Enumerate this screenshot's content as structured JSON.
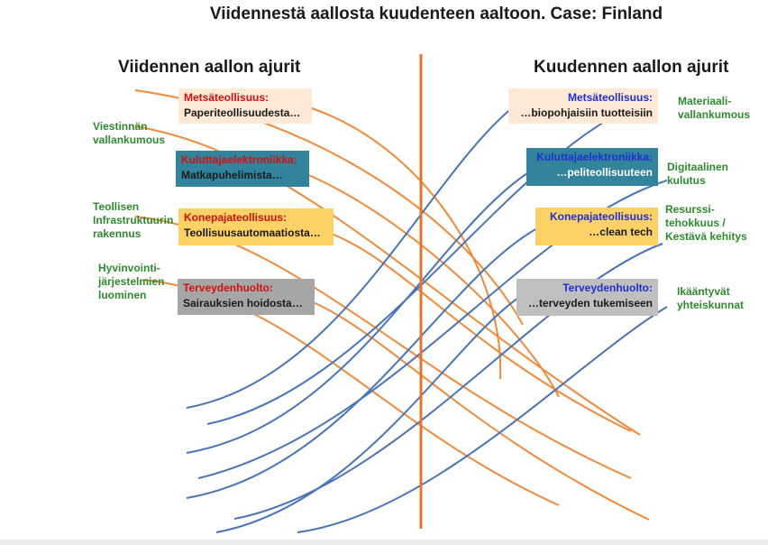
{
  "title": "Viidennestä aallosta kuudenteen aaltoon. Case: Finland",
  "left_header": "Viidennen aallon ajurit",
  "right_header": "Kuudennen aallon ajurit",
  "colors": {
    "fifth_wave_curve": "#f08a3c",
    "sixth_wave_curve": "#4a74b8",
    "center_line": "#e8742a",
    "driver_text": "#2e8b2e"
  },
  "left_drivers": [
    "Viestinnän\nvallankumous",
    "Teollisen\nInfrastruktuurin\nrakennus",
    "Hyvinvointi-\njärjestelmien\nluominen"
  ],
  "right_drivers": [
    "Materiaali-\nvallankumous",
    "Digitaalinen\nkulutus",
    "Resurssi-\ntehokkuus /\nKestävä kehitys",
    "Ikääntyvät\nyhteiskunnat"
  ],
  "left_boxes": [
    {
      "heading": "Metsäteollisuus:",
      "detail": "Paperiteollisuudesta…",
      "bg": "#fde9d6",
      "heading_color": "#d01010",
      "detail_color": "#1a1a1a"
    },
    {
      "heading": "Kuluttajaelektroniikka:",
      "detail": "Matkapuhelimista…",
      "bg": "#31849b",
      "heading_color": "#d01010",
      "detail_color": "#1a1a1a"
    },
    {
      "heading": "Konepajateollisuus:",
      "detail": "Teollisuusautomaatiosta…",
      "bg": "#fcd166",
      "heading_color": "#d01010",
      "detail_color": "#1a1a1a"
    },
    {
      "heading": "Terveydenhuolto:",
      "detail": "Sairauksien hoidosta…",
      "bg": "#a6a6a6",
      "heading_color": "#d01010",
      "detail_color": "#1a1a1a"
    }
  ],
  "right_boxes": [
    {
      "heading": "Metsäteollisuus:",
      "detail": "…biopohjaisiin tuotteisiin",
      "bg": "#fde9d6",
      "heading_color": "#1f2fd0",
      "detail_color": "#1a1a1a"
    },
    {
      "heading": "Kuluttajaelektroniikka:",
      "detail": "…peliteollisuuteen",
      "bg": "#31849b",
      "heading_color": "#1f2fd0",
      "detail_color": "#ffffff"
    },
    {
      "heading": "Konepajateollisuus:",
      "detail": "…clean tech",
      "bg": "#fcd166",
      "heading_color": "#1f2fd0",
      "detail_color": "#1a1a1a"
    },
    {
      "heading": "Terveydenhuolto:",
      "detail": "…terveyden tukemiseen",
      "bg": "#bfbfbf",
      "heading_color": "#1f2fd0",
      "detail_color": "#1a1a1a"
    }
  ]
}
